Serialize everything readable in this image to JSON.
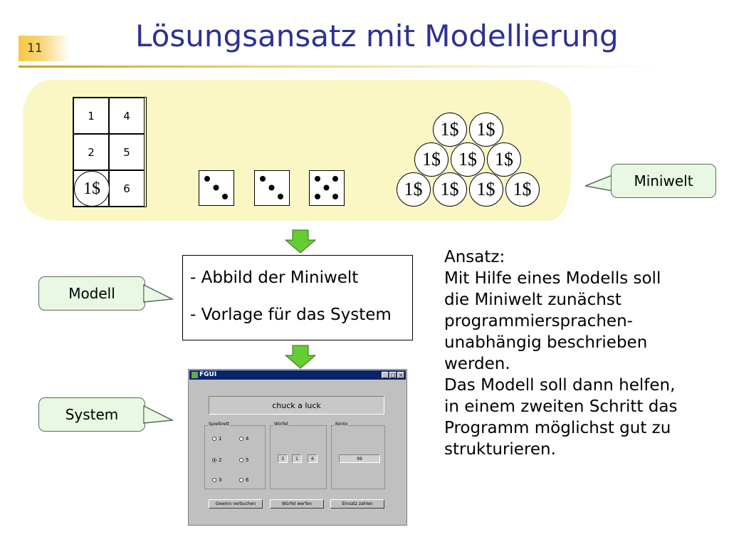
{
  "slide": {
    "number": "11",
    "title": "Lösungsansatz mit Modellierung"
  },
  "board": {
    "cells": [
      "1",
      "4",
      "2",
      "5",
      "",
      "6"
    ],
    "coin_label": "1$"
  },
  "dice": [
    {
      "pips": 3,
      "icon": "die-three-icon"
    },
    {
      "pips": 3,
      "icon": "die-three-icon"
    },
    {
      "pips": 5,
      "icon": "die-five-icon"
    }
  ],
  "coins": {
    "label": "1$",
    "rows": [
      2,
      3,
      4
    ]
  },
  "callouts": {
    "miniwelt": "Miniwelt",
    "modell": "Modell",
    "system": "System"
  },
  "model_box": {
    "line1": "- Abbild der Miniwelt",
    "line2": "- Vorlage für das System"
  },
  "text": {
    "lines": [
      "Ansatz:",
      "Mit Hilfe eines Modells soll",
      "die Miniwelt zunächst",
      "programmiersprachen-",
      "unabhängig beschrieben",
      "werden.",
      "Das Modell soll dann helfen,",
      "in einem zweiten Schritt das",
      "Programm möglichst gut zu",
      "strukturieren."
    ]
  },
  "window": {
    "title": "FGUI",
    "controls": [
      "_",
      "□",
      "×"
    ],
    "banner": "chuck a luck",
    "groups": {
      "spielbrett": "Spielbrett",
      "wuerfel": "Würfel",
      "konto": "Konto"
    },
    "radios": [
      "1",
      "4",
      "2",
      "5",
      "3",
      "6"
    ],
    "selected_radio": "2",
    "dice_values": [
      "3",
      "1",
      "6"
    ],
    "konto_value": "99",
    "buttons": [
      "Gewinn verbuchen",
      "Würfel werfen",
      "Einsatz zahlen"
    ]
  },
  "colors": {
    "title": "#2e3192",
    "blob": "#fbf7c4",
    "callout_fill": "#e8f8e2",
    "arrow": "#66cc33",
    "win_titlebar": "#0a246a"
  }
}
